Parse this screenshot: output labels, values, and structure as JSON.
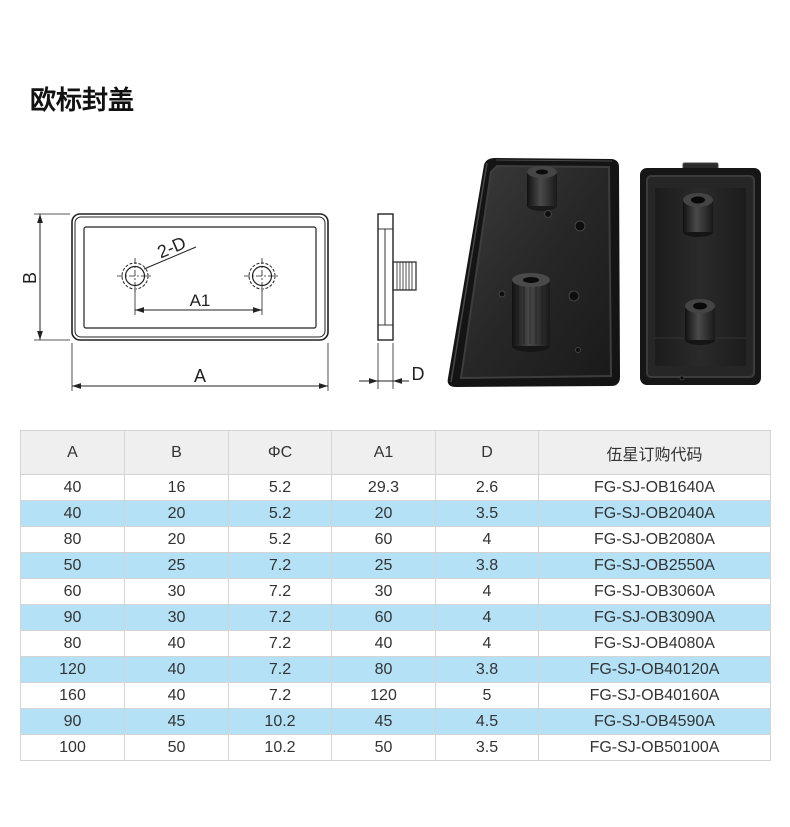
{
  "page": {
    "title": "欧标封盖"
  },
  "drawing": {
    "front_view": {
      "width_label": "A",
      "height_label": "B",
      "hole_label": "2-D",
      "hole_spacing_label": "A1"
    },
    "side_view": {
      "thickness_label": "D"
    }
  },
  "table": {
    "headers": [
      "A",
      "B",
      "ΦC",
      "A1",
      "D",
      "伍星订购代码"
    ],
    "rows": [
      [
        "40",
        "16",
        "5.2",
        "29.3",
        "2.6",
        "FG-SJ-OB1640A"
      ],
      [
        "40",
        "20",
        "5.2",
        "20",
        "3.5",
        "FG-SJ-OB2040A"
      ],
      [
        "80",
        "20",
        "5.2",
        "60",
        "4",
        "FG-SJ-OB2080A"
      ],
      [
        "50",
        "25",
        "7.2",
        "25",
        "3.8",
        "FG-SJ-OB2550A"
      ],
      [
        "60",
        "30",
        "7.2",
        "30",
        "4",
        "FG-SJ-OB3060A"
      ],
      [
        "90",
        "30",
        "7.2",
        "60",
        "4",
        "FG-SJ-OB3090A"
      ],
      [
        "80",
        "40",
        "7.2",
        "40",
        "4",
        "FG-SJ-OB4080A"
      ],
      [
        "120",
        "40",
        "7.2",
        "80",
        "3.8",
        "FG-SJ-OB40120A"
      ],
      [
        "160",
        "40",
        "7.2",
        "120",
        "5",
        "FG-SJ-OB40160A"
      ],
      [
        "90",
        "45",
        "10.2",
        "45",
        "4.5",
        "FG-SJ-OB4590A"
      ],
      [
        "100",
        "50",
        "10.2",
        "50",
        "3.5",
        "FG-SJ-OB50100A"
      ]
    ]
  },
  "colors": {
    "header_bg": "#efefef",
    "stripe_bg": "#b4e1f6",
    "border": "#d4d4d4",
    "text": "#333333",
    "drawing_line": "#222222"
  }
}
